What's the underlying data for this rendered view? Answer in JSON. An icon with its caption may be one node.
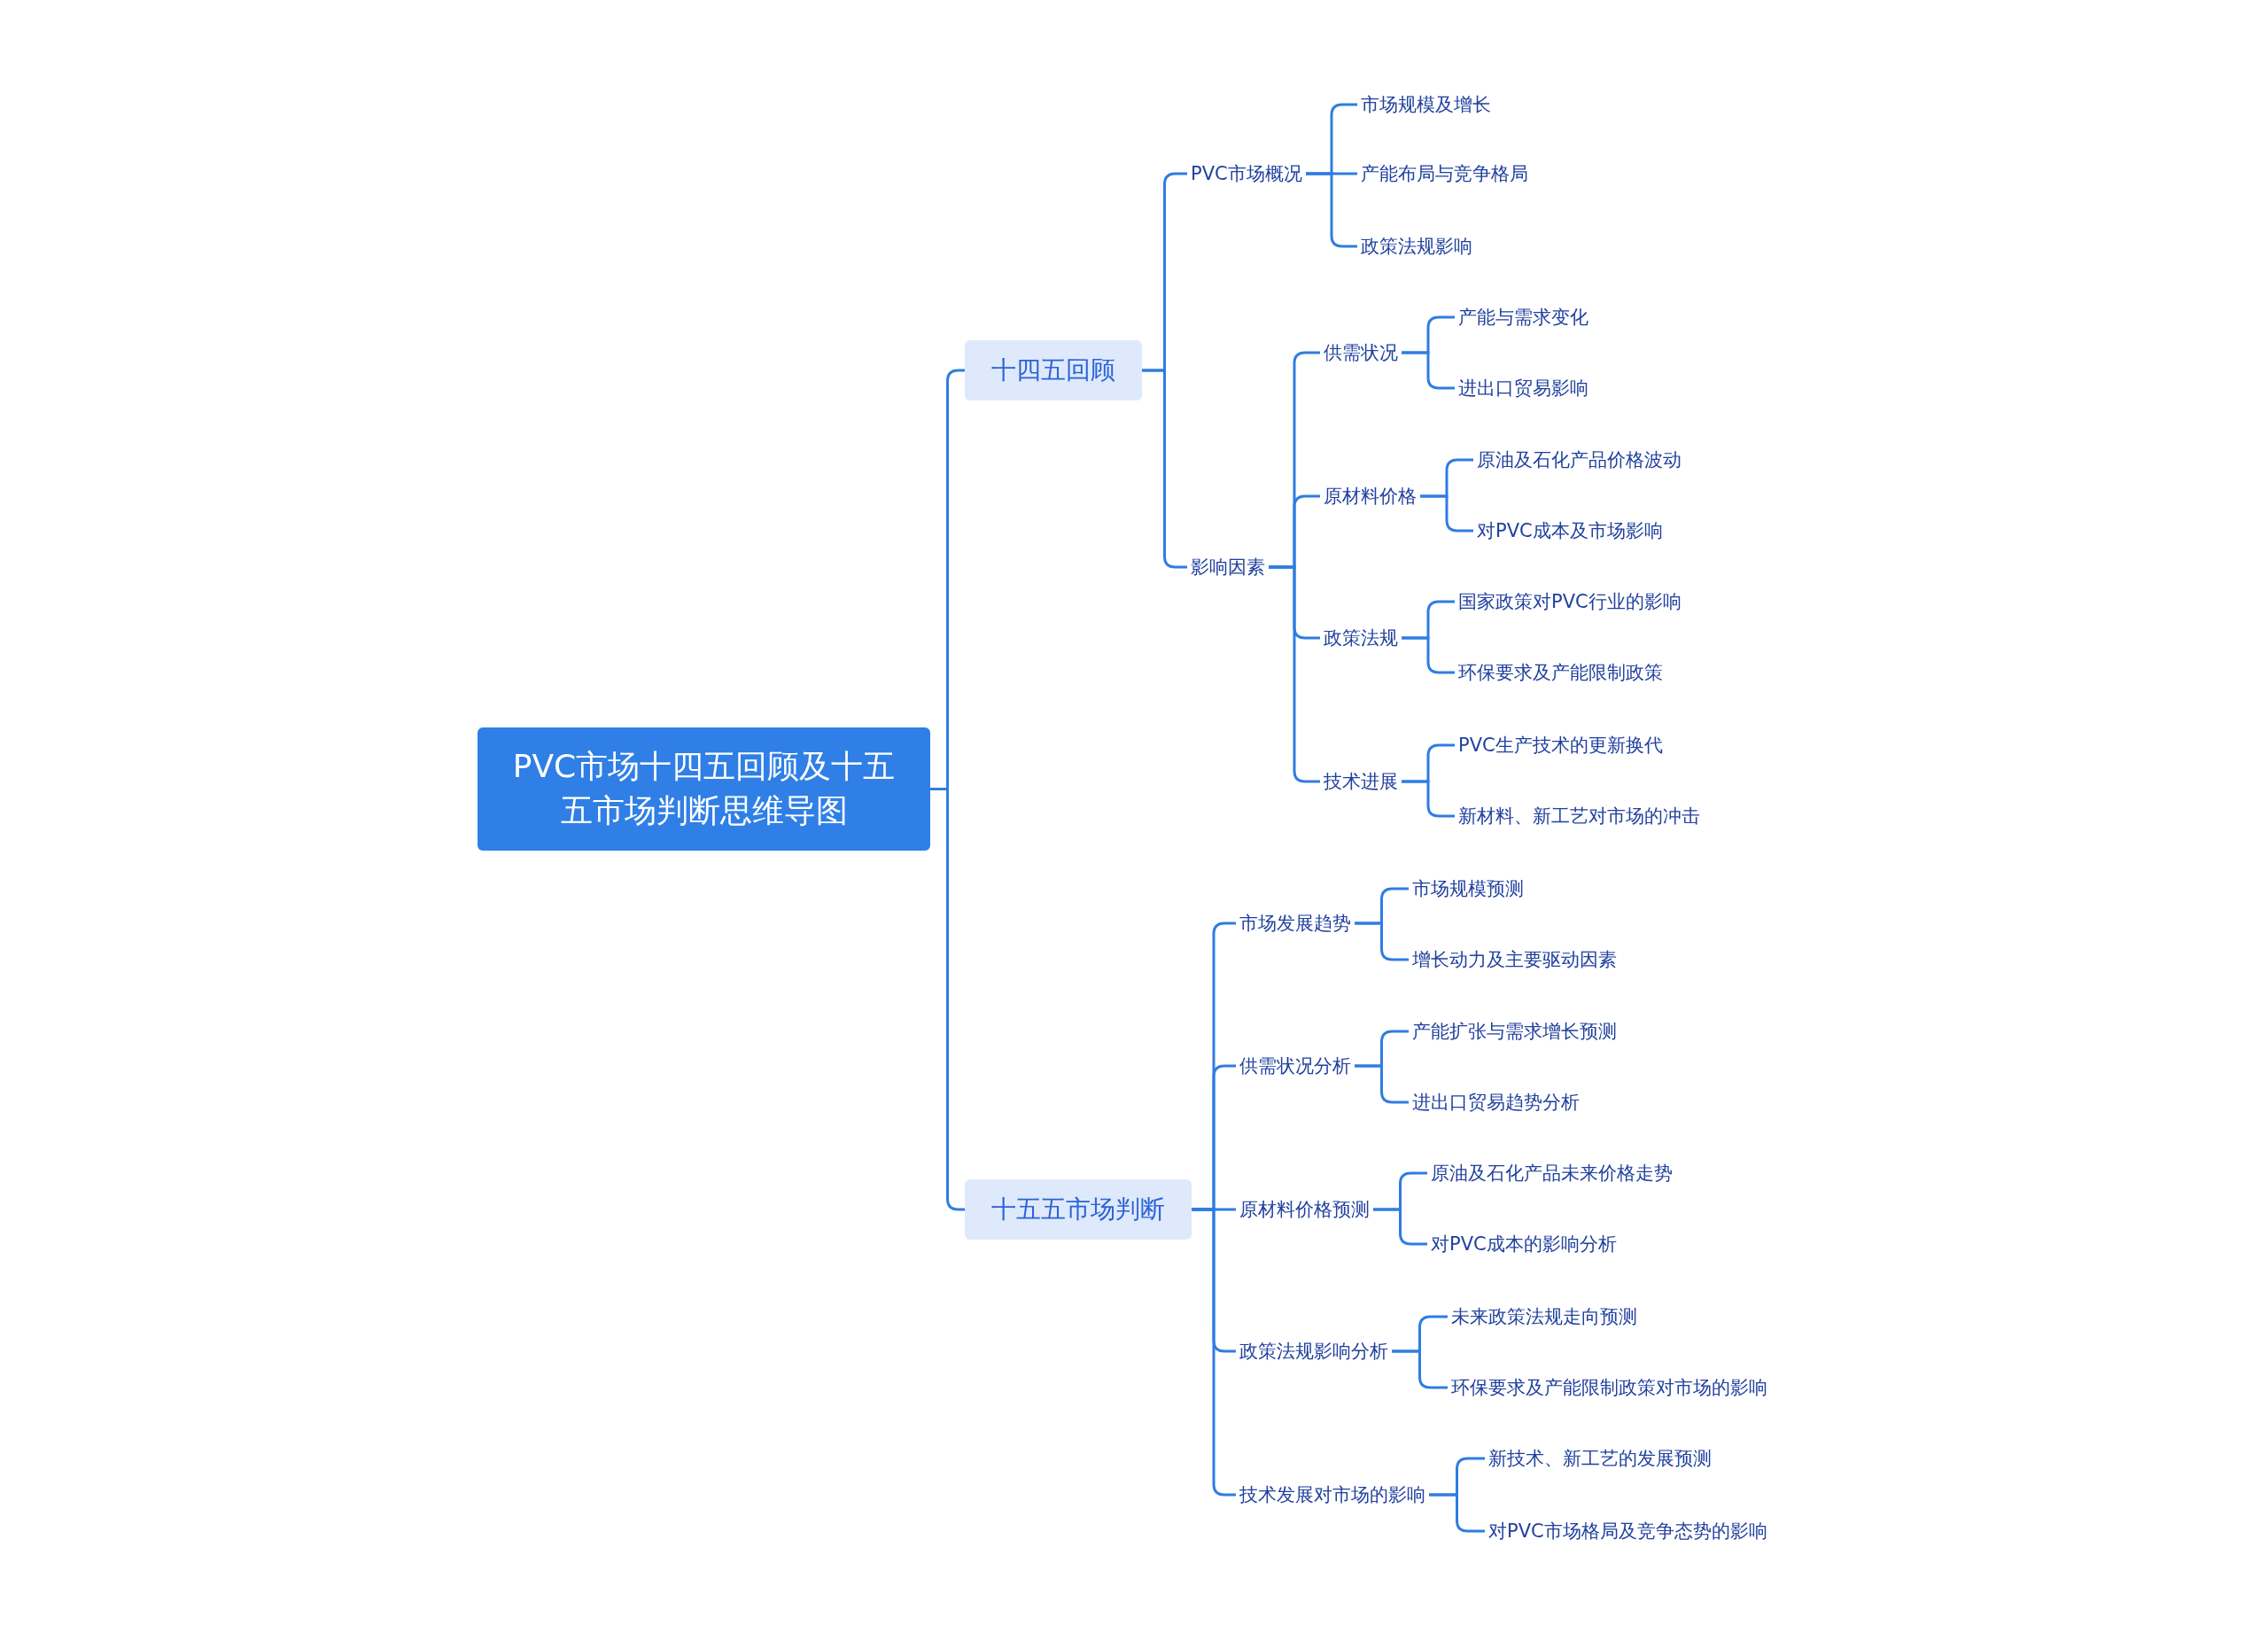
{
  "diagram": {
    "nodes": [
      {
        "text": [
          "PVC市场十四五回顾及十五五市场判断思维导图"
        ]
      },
      {
        "text": [
          "十四五回顾"
        ]
      },
      {
        "text": [
          "PVC市场概况"
        ]
      },
      {
        "text": [
          "市场规模及增长"
        ]
      },
      {
        "text": [
          "产能布局与竞争格局"
        ]
      },
      {
        "text": [
          "政策法规影响"
        ]
      },
      {
        "text": [
          "影响因素"
        ]
      },
      {
        "text": [
          "供需状况"
        ]
      },
      {
        "text": [
          "产能与需求变化"
        ]
      },
      {
        "text": [
          "进出口贸易影响"
        ]
      },
      {
        "text": [
          "原材料价格"
        ]
      },
      {
        "text": [
          "原油及石化产品价格波动"
        ]
      },
      {
        "text": [
          "对PVC成本及市场影响"
        ]
      },
      {
        "text": [
          "政策法规"
        ]
      },
      {
        "text": [
          "国家政策对PVC行业的影响"
        ]
      },
      {
        "text": [
          "环保要求及产能限制政策"
        ]
      },
      {
        "text": [
          "技术进展"
        ]
      },
      {
        "text": [
          "PVC生产技术的更新换代"
        ]
      },
      {
        "text": [
          "新材料、新工艺对市场的冲击"
        ]
      },
      {
        "text": [
          "十五五市场判断"
        ]
      },
      {
        "text": [
          "市场发展趋势"
        ]
      },
      {
        "text": [
          "市场规模预测"
        ]
      },
      {
        "text": [
          "增长动力及主要驱动因素"
        ]
      },
      {
        "text": [
          "供需状况分析"
        ]
      },
      {
        "text": [
          "产能扩张与需求增长预测"
        ]
      },
      {
        "text": [
          "进出口贸易趋势分析"
        ]
      },
      {
        "text": [
          "原材料价格预测"
        ]
      },
      {
        "text": [
          "原油及石化产品未来价格走势"
        ]
      },
      {
        "text": [
          "对PVC成本的影响分析"
        ]
      },
      {
        "text": [
          "政策法规影响分析"
        ]
      },
      {
        "text": [
          "未来政策法规走向预测"
        ]
      },
      {
        "text": [
          "环保要求及产能限制政策对市场的影响"
        ]
      },
      {
        "text": [
          "技术发展对市场的影响"
        ]
      },
      {
        "text": [
          "新技术、新工艺的发展预测"
        ]
      },
      {
        "text": [
          "对PVC市场格局及竞争态势的影响"
        ]
      }
    ],
    "edges": [
      {
        "from": 0,
        "to": 1,
        "arrow": "none"
      },
      {
        "from": 1,
        "to": 2,
        "arrow": "none"
      },
      {
        "from": 2,
        "to": 3,
        "arrow": "none"
      },
      {
        "from": 2,
        "to": 4,
        "arrow": "none"
      },
      {
        "from": 2,
        "to": 5,
        "arrow": "none"
      },
      {
        "from": 1,
        "to": 6,
        "arrow": "none"
      },
      {
        "from": 6,
        "to": 7,
        "arrow": "none"
      },
      {
        "from": 7,
        "to": 8,
        "arrow": "none"
      },
      {
        "from": 7,
        "to": 9,
        "arrow": "none"
      },
      {
        "from": 6,
        "to": 10,
        "arrow": "none"
      },
      {
        "from": 10,
        "to": 11,
        "arrow": "none"
      },
      {
        "from": 10,
        "to": 12,
        "arrow": "none"
      },
      {
        "from": 6,
        "to": 13,
        "arrow": "none"
      },
      {
        "from": 13,
        "to": 14,
        "arrow": "none"
      },
      {
        "from": 13,
        "to": 15,
        "arrow": "none"
      },
      {
        "from": 6,
        "to": 16,
        "arrow": "none"
      },
      {
        "from": 16,
        "to": 17,
        "arrow": "none"
      },
      {
        "from": 16,
        "to": 18,
        "arrow": "none"
      },
      {
        "from": 0,
        "to": 19,
        "arrow": "none"
      },
      {
        "from": 19,
        "to": 20,
        "arrow": "none"
      },
      {
        "from": 20,
        "to": 21,
        "arrow": "none"
      },
      {
        "from": 20,
        "to": 22,
        "arrow": "none"
      },
      {
        "from": 19,
        "to": 23,
        "arrow": "none"
      },
      {
        "from": 23,
        "to": 24,
        "arrow": "none"
      },
      {
        "from": 23,
        "to": 25,
        "arrow": "none"
      },
      {
        "from": 19,
        "to": 26,
        "arrow": "none"
      },
      {
        "from": 26,
        "to": 27,
        "arrow": "none"
      },
      {
        "from": 26,
        "to": 28,
        "arrow": "none"
      },
      {
        "from": 19,
        "to": 29,
        "arrow": "none"
      },
      {
        "from": 29,
        "to": 30,
        "arrow": "none"
      },
      {
        "from": 29,
        "to": 31,
        "arrow": "none"
      },
      {
        "from": 19,
        "to": 32,
        "arrow": "none"
      },
      {
        "from": 32,
        "to": 33,
        "arrow": "none"
      },
      {
        "from": 32,
        "to": 34,
        "arrow": "none"
      }
    ]
  }
}
